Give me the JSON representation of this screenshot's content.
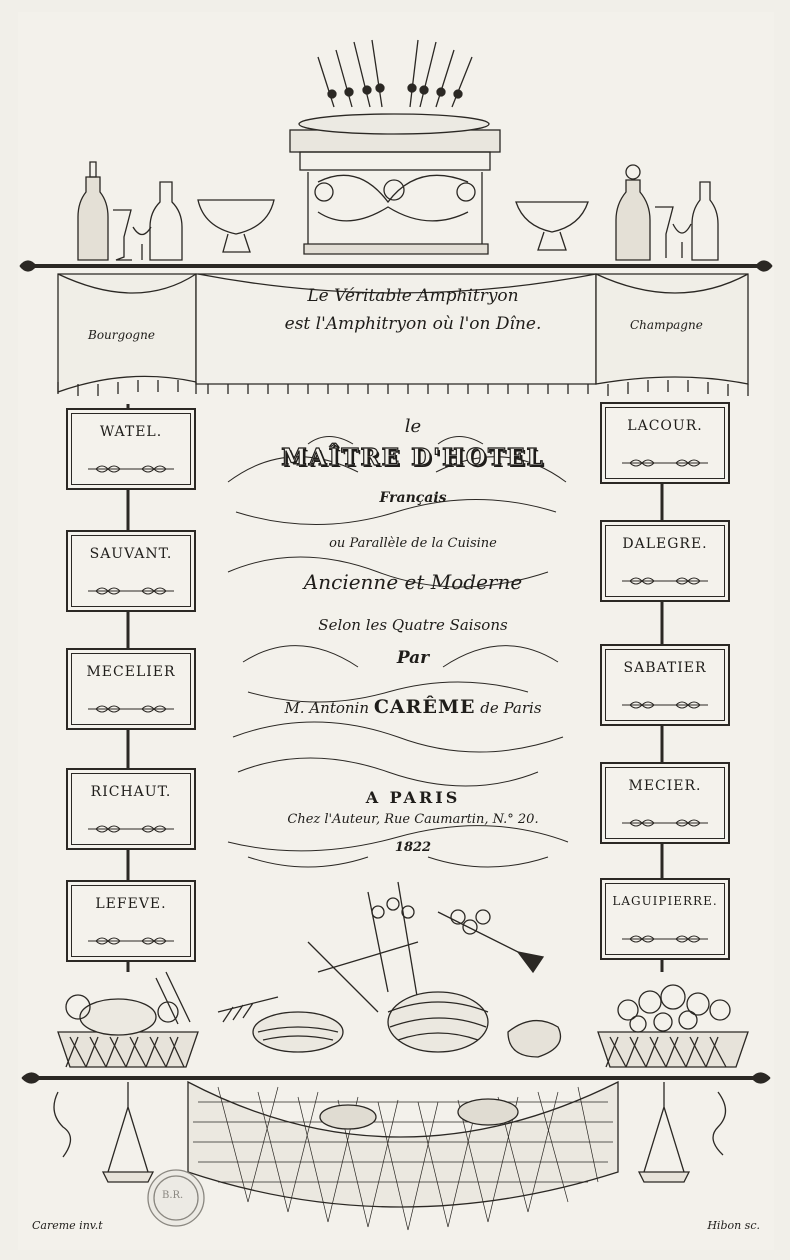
{
  "drapery": {
    "line1": "Le Véritable Amphitryon",
    "line2": "est l'Amphitryon où l'on Dîne.",
    "left_label": "Bourgogne",
    "right_label": "Champagne"
  },
  "cooks_left": [
    "WATEL.",
    "SAUVANT.",
    "MECELIER",
    "RICHAUT.",
    "LEFEVE."
  ],
  "cooks_right": [
    "LACOUR.",
    "DALEGRE.",
    "SABATIER",
    "MECIER.",
    "LAGUIPIERRE."
  ],
  "title": {
    "le": "le",
    "main": "MAÎTRE D'HOTEL",
    "francais": "Français",
    "parallele": "ou Parallèle de la Cuisine",
    "ancienne": "Ancienne et Moderne",
    "saisons": "Selon les Quatre Saisons",
    "par": "Par",
    "author_prefix": "M. Antonin",
    "author_name": "CARÊME",
    "author_suffix": "de Paris",
    "city": "A PARIS",
    "address": "Chez l'Auteur, Rue Caumartin, N.° 20.",
    "year": "1822"
  },
  "credits": {
    "left": "Careme inv.t",
    "right": "Hibon sc."
  },
  "stamp": "B.R."
}
